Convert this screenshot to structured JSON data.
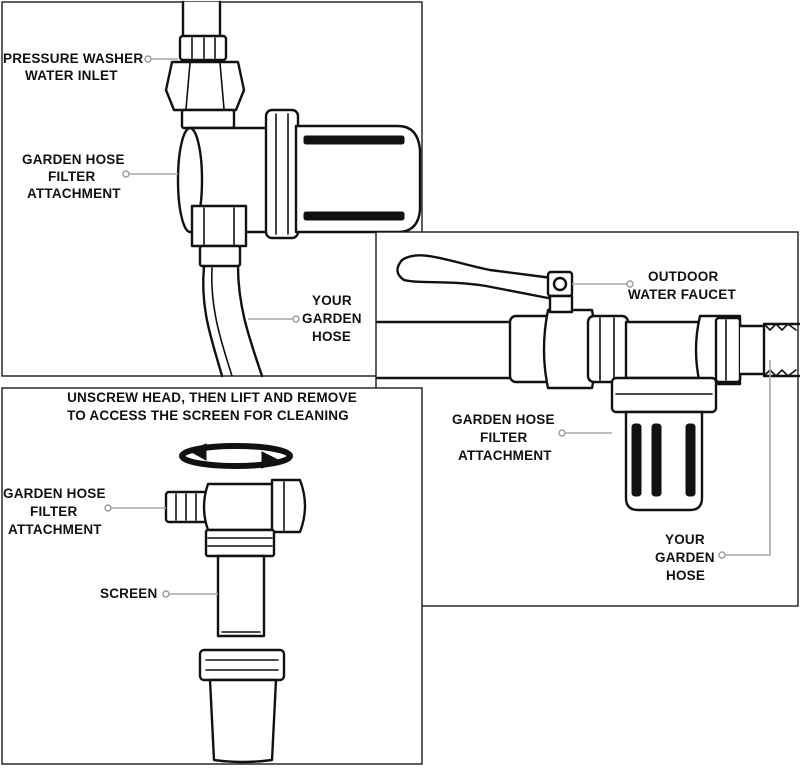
{
  "panels": {
    "top_left": {
      "inlet_label": [
        "PRESSURE WASHER",
        "WATER INLET"
      ],
      "filter_label": [
        "GARDEN HOSE",
        "FILTER",
        "ATTACHMENT"
      ],
      "hose_label": [
        "YOUR",
        "GARDEN",
        "HOSE"
      ]
    },
    "right": {
      "faucet_label": [
        "OUTDOOR",
        "WATER FAUCET"
      ],
      "filter_label": [
        "GARDEN HOSE",
        "FILTER",
        "ATTACHMENT"
      ],
      "hose_label": [
        "YOUR",
        "GARDEN",
        "HOSE"
      ]
    },
    "bottom_left": {
      "instruction": [
        "UNSCREW HEAD, THEN LIFT AND REMOVE",
        "TO ACCESS THE SCREEN FOR CLEANING"
      ],
      "filter_label": [
        "GARDEN HOSE",
        "FILTER",
        "ATTACHMENT"
      ],
      "screen_label": [
        "SCREEN"
      ]
    }
  },
  "icons": [
    "rotate-arrows-icon"
  ],
  "colors": {
    "ink": "#111111",
    "leader": "#a9a9a9",
    "background": "#ffffff"
  }
}
